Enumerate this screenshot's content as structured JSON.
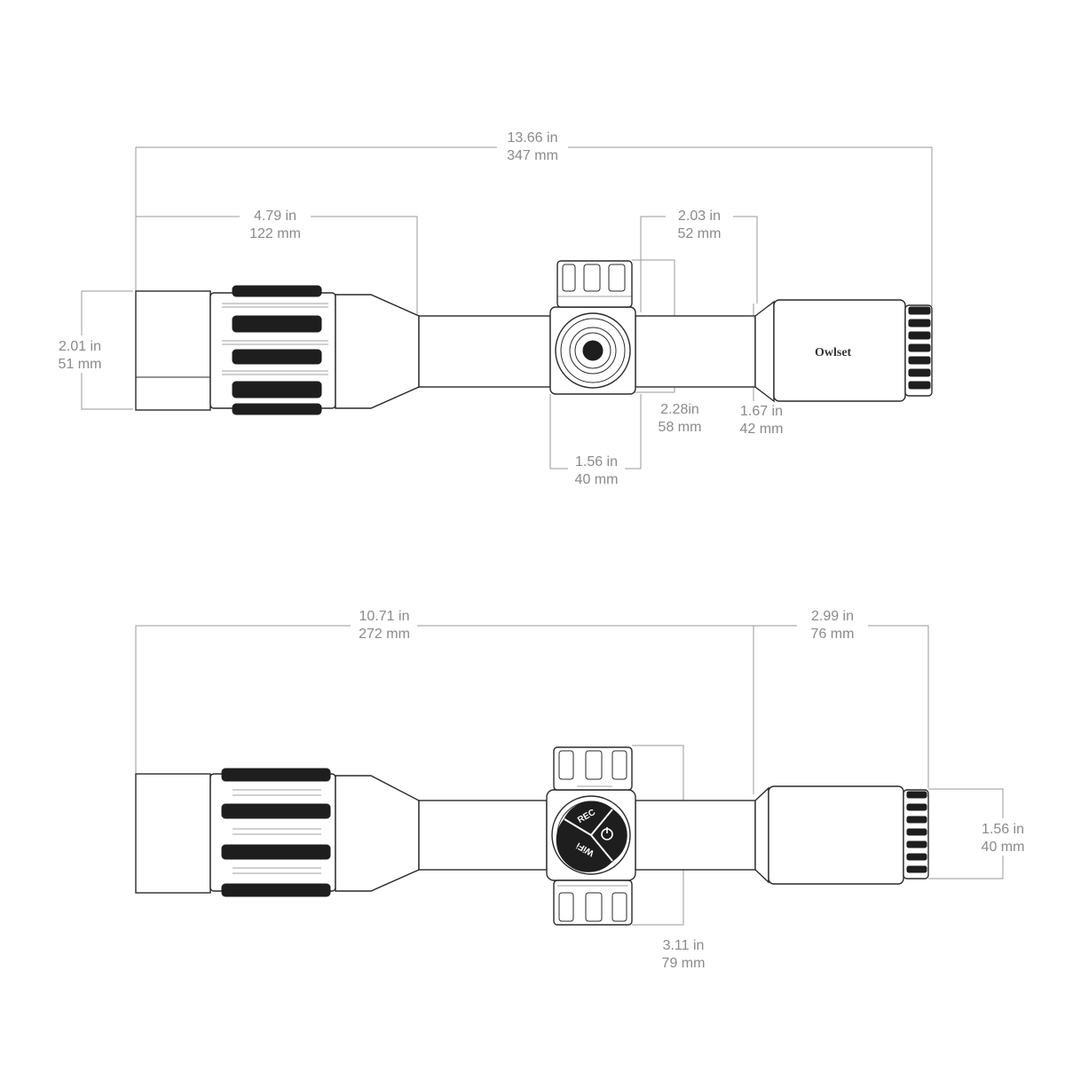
{
  "brand_label": "Owlset",
  "buttons": {
    "rec": "REC",
    "wifi": "WiFi"
  },
  "side_view": {
    "total_length": {
      "in": "13.66 in",
      "mm": "347 mm"
    },
    "objective_length": {
      "in": "4.79 in",
      "mm": "122 mm"
    },
    "eyepiece_length": {
      "in": "2.03 in",
      "mm": "52 mm"
    },
    "objective_diameter": {
      "in": "2.01 in",
      "mm": "51 mm"
    },
    "turret_height": {
      "in": "2.28in",
      "mm": "58 mm"
    },
    "eyepiece_diameter": {
      "in": "1.67 in",
      "mm": "42 mm"
    },
    "turret_width": {
      "in": "1.56 in",
      "mm": "40 mm"
    }
  },
  "top_view": {
    "body_length": {
      "in": "10.71 in",
      "mm": "272 mm"
    },
    "rear_length": {
      "in": "2.99 in",
      "mm": "76 mm"
    },
    "eyepiece_diameter": {
      "in": "1.56 in",
      "mm": "40 mm"
    },
    "turret_span": {
      "in": "3.11 in",
      "mm": "79 mm"
    }
  }
}
